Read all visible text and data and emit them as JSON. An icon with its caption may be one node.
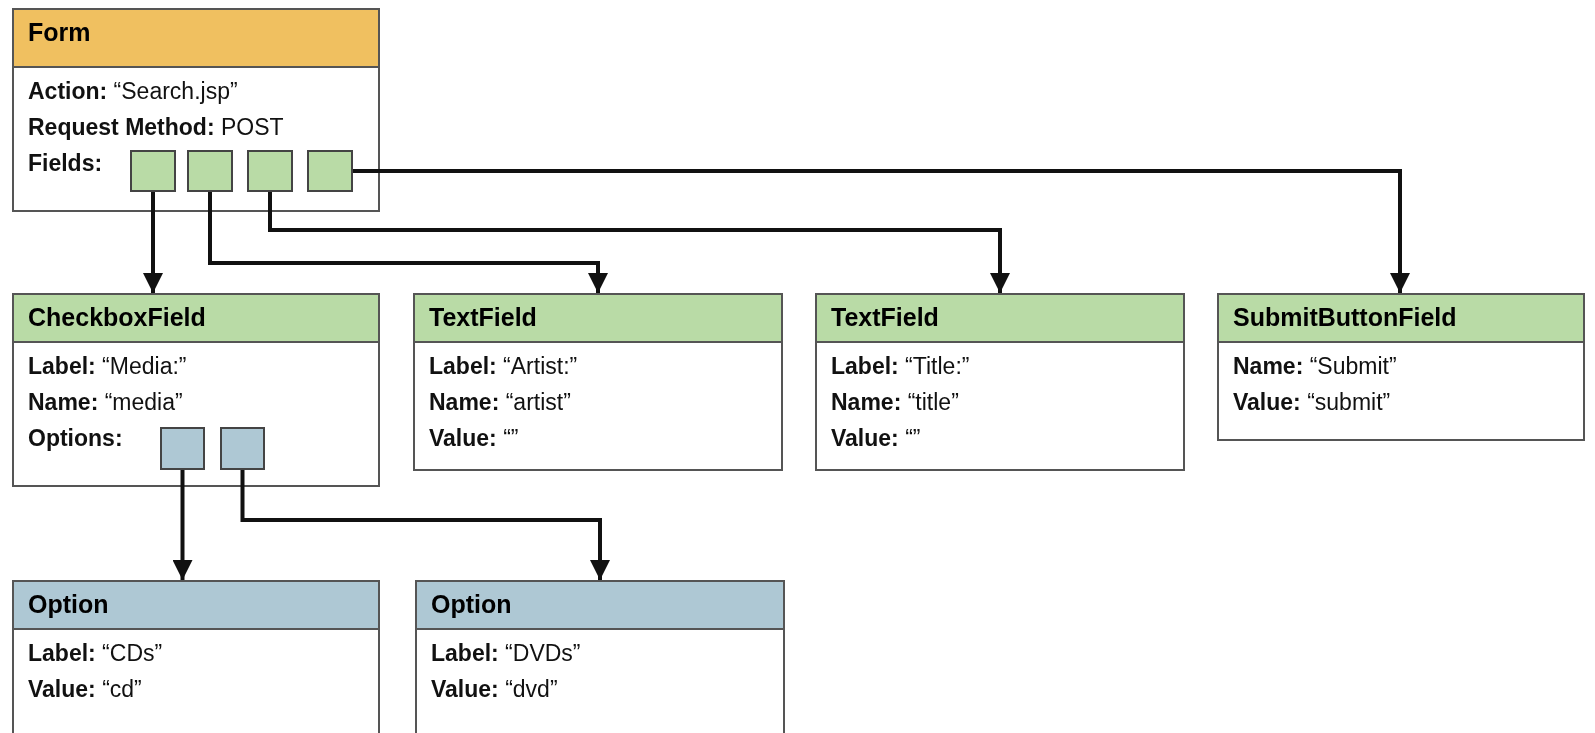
{
  "diagram": {
    "nodes": [
      {
        "text": [
          "Form",
          "**Action:** “Search.jsp”",
          "**Request Method:** POST",
          "**Fields:**"
        ]
      },
      {
        "text": [],
        "shape": "box",
        "in": 0
      },
      {
        "text": [],
        "shape": "box",
        "in": 0
      },
      {
        "text": [],
        "shape": "box",
        "in": 0
      },
      {
        "text": [],
        "shape": "box",
        "in": 0
      },
      {
        "text": [
          "CheckboxField",
          "**Label:** “Media:”",
          "**Name:** “media”",
          "**Options:**"
        ]
      },
      {
        "text": [],
        "shape": "box",
        "in": 5
      },
      {
        "text": [],
        "shape": "box",
        "in": 5
      },
      {
        "text": [
          "TextField",
          "**Label:** “Artist:”",
          "**Name:** “artist”",
          "**Value:** “”"
        ]
      },
      {
        "text": [
          "TextField",
          "**Label:** “Title:”",
          "**Name:** “title”",
          "**Value:** “”"
        ]
      },
      {
        "text": [
          "SubmitButtonField",
          "**Name:** “Submit”",
          "**Value:** “submit”"
        ]
      },
      {
        "text": [
          "Option",
          "**Label:** “CDs”",
          "**Value:** “cd”"
        ]
      },
      {
        "text": [
          "Option",
          "**Label:** “DVDs”",
          "**Value:** “dvd”"
        ]
      }
    ],
    "edges": [
      {
        "from": 1,
        "to": 5,
        "arrow": "to"
      },
      {
        "from": 2,
        "to": 8,
        "arrow": "to"
      },
      {
        "from": 3,
        "to": 9,
        "arrow": "to"
      },
      {
        "from": 4,
        "to": 10,
        "arrow": "to"
      },
      {
        "from": 6,
        "to": 11,
        "arrow": "to"
      },
      {
        "from": 7,
        "to": 12,
        "arrow": "to"
      }
    ]
  }
}
